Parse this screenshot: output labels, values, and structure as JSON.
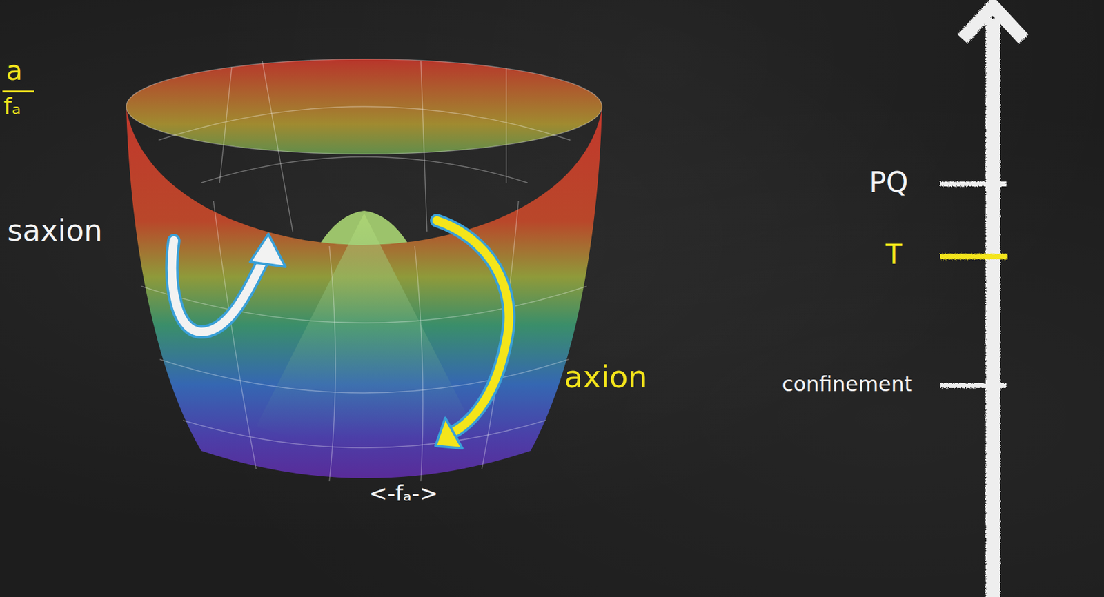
{
  "diagram": {
    "labels": [
      "a",
      "fₐ",
      "saxion",
      "axion",
      "<-fₐ->",
      "PQ",
      "T",
      "confinement"
    ]
  }
}
